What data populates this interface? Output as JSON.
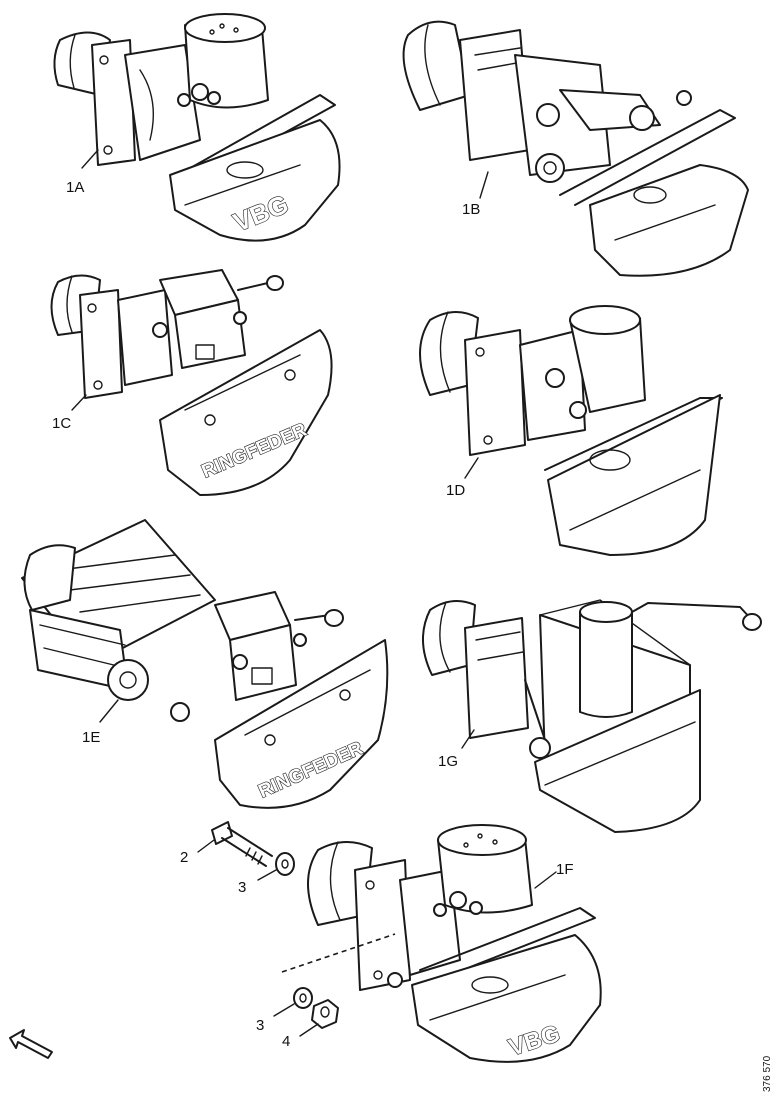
{
  "couplings": {
    "c1a": {
      "label": "1A",
      "brand": "VBG"
    },
    "c1b": {
      "label": "1B"
    },
    "c1c": {
      "label": "1C",
      "brand": "RINGFEDER"
    },
    "c1d": {
      "label": "1D"
    },
    "c1e": {
      "label": "1E",
      "brand": "RINGFEDER"
    },
    "c1g": {
      "label": "1G"
    },
    "c1f": {
      "label": "1F",
      "brand": "VBG"
    }
  },
  "parts": {
    "bolt": "2",
    "washer_top": "3",
    "washer_bottom": "3",
    "nut": "4"
  },
  "reference": "376 570",
  "direction_arrow": "forward-arrow-icon"
}
